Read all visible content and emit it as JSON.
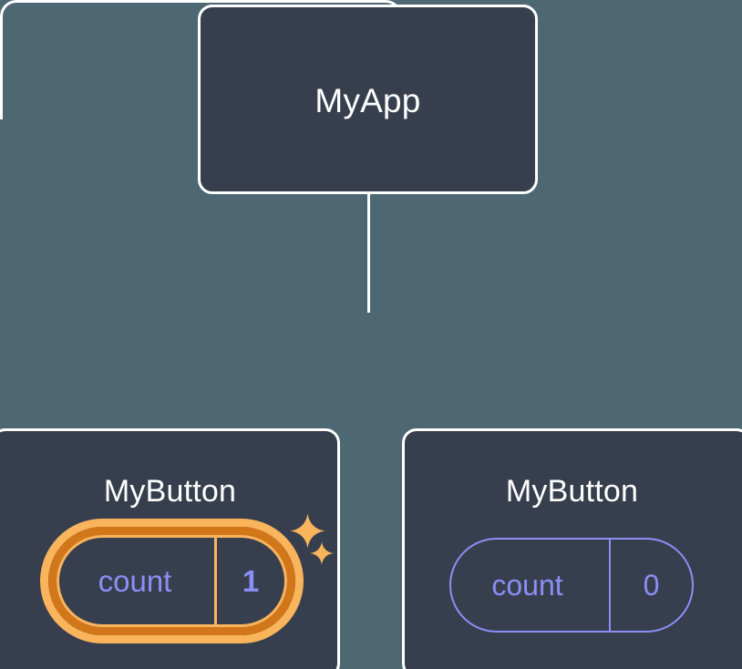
{
  "diagram": {
    "type": "component-tree",
    "background_color": "#4d6872",
    "node_fill_color": "#373f4e",
    "node_border_color": "#ffffff",
    "edge_color": "#ffffff",
    "root": {
      "label": "MyApp"
    },
    "children": [
      {
        "label": "MyButton",
        "state": {
          "key": "count",
          "value": "1"
        },
        "highlighted": true,
        "highlight_ring_inner_color": "#f9b45c",
        "highlight_ring_outer_color": "#d2761a",
        "sparkles": [
          "sparkle-big",
          "sparkle-small"
        ]
      },
      {
        "label": "MyButton",
        "state": {
          "key": "count",
          "value": "0"
        },
        "highlighted": false,
        "pill_border_color": "#8b8ff5"
      }
    ],
    "state_text_color": "#8b8ff5"
  }
}
